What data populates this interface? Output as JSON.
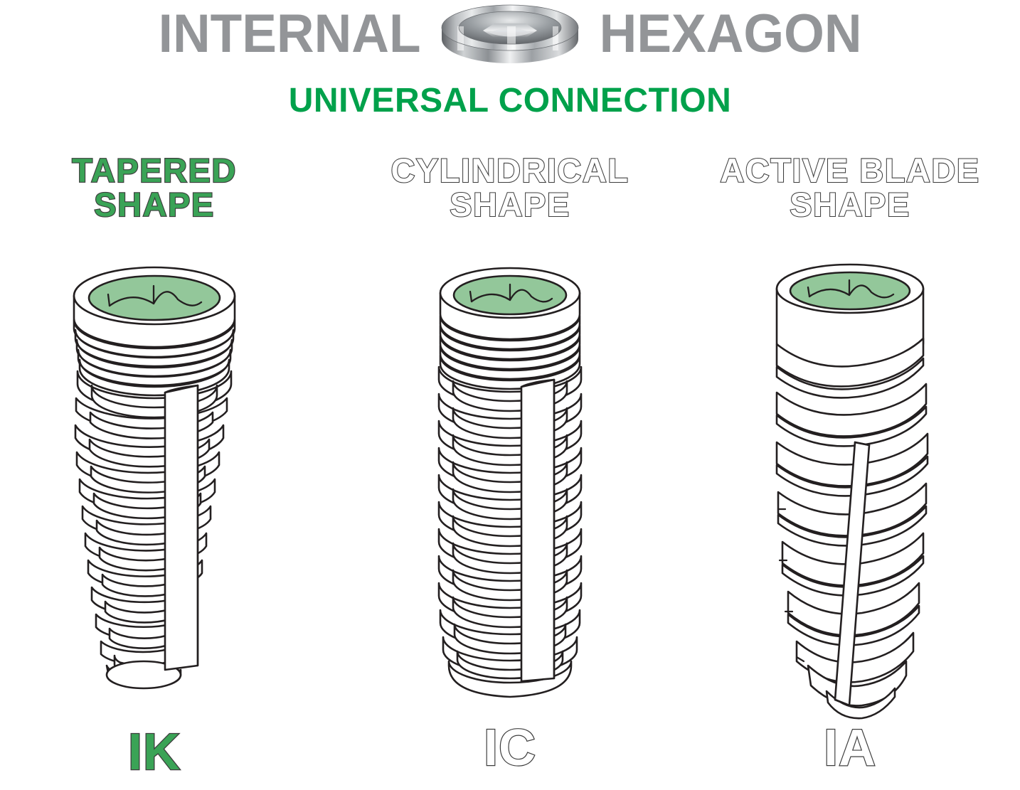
{
  "header": {
    "title_left": "INTERNAL",
    "title_right": "HEXAGON",
    "icon": "hexagon-connector-photo",
    "color": "#939598"
  },
  "subtitle": {
    "text": "UNIVERSAL CONNECTION",
    "color": "#00a14b"
  },
  "colors": {
    "accent_green": "#00a14b",
    "fill_green": "#3aa356",
    "bore_green": "#93c79a",
    "outline": "#3d3d3d",
    "header_gray": "#939598"
  },
  "columns": [
    {
      "shape_title": "TAPERED\nSHAPE",
      "code": "IK",
      "highlighted": true,
      "implant": {
        "name": "tapered-implant",
        "bore_color": "#93c79a",
        "profile": "tapered",
        "has_cutting_flute": true,
        "apex": "pointed-tapered"
      }
    },
    {
      "shape_title": "CYLINDRICAL\nSHAPE",
      "code": "IC",
      "highlighted": false,
      "implant": {
        "name": "cylindrical-implant",
        "bore_color": "#93c79a",
        "profile": "cylindrical",
        "has_cutting_flute": true,
        "apex": "rounded"
      }
    },
    {
      "shape_title": "ACTIVE BLADE\nSHAPE",
      "code": "IA",
      "highlighted": false,
      "implant": {
        "name": "active-blade-implant",
        "bore_color": "#93c79a",
        "profile": "active-blade",
        "has_cutting_flute": true,
        "apex": "sharp-blade"
      }
    }
  ]
}
